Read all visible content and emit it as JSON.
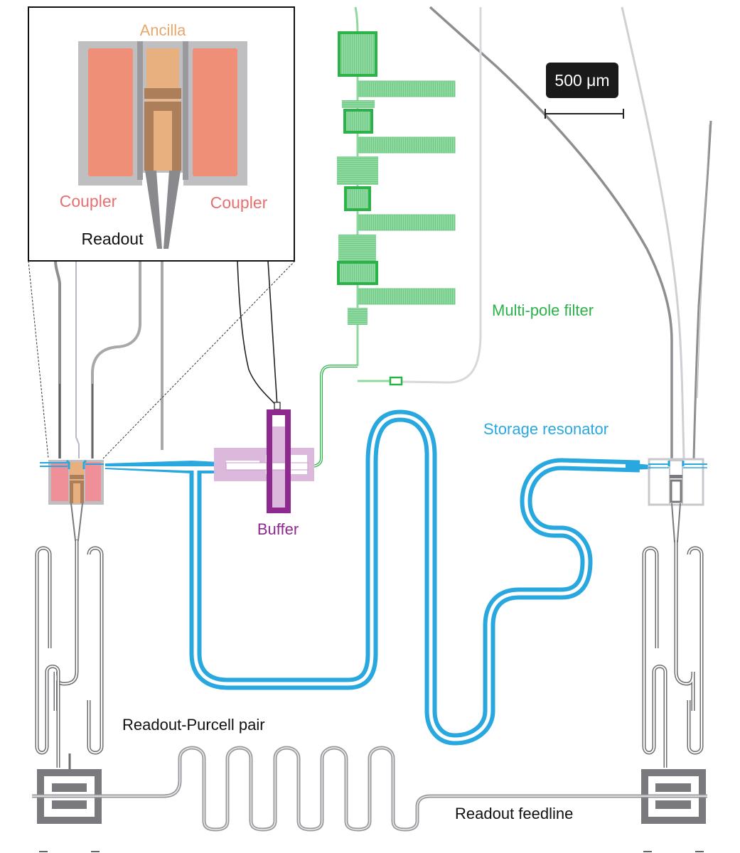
{
  "figure": {
    "type": "chip-layout-schematic",
    "scale_bar": {
      "label": "500 μm"
    },
    "inset": {
      "labels": {
        "ancilla": "Ancilla",
        "coupler_left": "Coupler",
        "coupler_right": "Coupler",
        "readout": "Readout"
      }
    },
    "labels": {
      "multi_pole_filter": "Multi-pole filter",
      "storage_resonator": "Storage resonator",
      "buffer": "Buffer",
      "readout_purcell_pair": "Readout-Purcell pair",
      "readout_feedline": "Readout feedline"
    },
    "colors": {
      "ancilla": "#e8b07e",
      "coupler": "#ef8f77",
      "coupler_label": "#e86f70",
      "ancilla_label": "#e6a86e",
      "ground_gray": "#bdbdc0",
      "dark_gray": "#7a7a7e",
      "filter_green": "#2bb34a",
      "filter_light_green": "#8fd8a0",
      "storage_blue": "#29a8e0",
      "buffer_purple": "#8e2a8e",
      "buffer_light_purple": "#dcb9dc",
      "scale_bar_bg": "#1a1a1a"
    }
  }
}
